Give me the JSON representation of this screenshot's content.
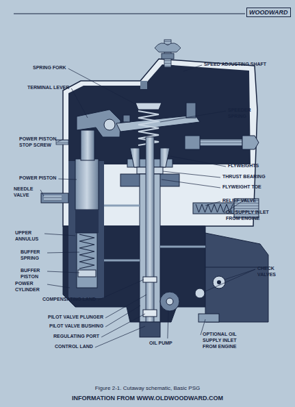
{
  "diagram": {
    "caption": "Figure 2-1. Cutaway schematic, Basic PSG",
    "nodes": [
      {
        "text": [
          "WOODWARD"
        ]
      }
    ],
    "labels": [
      "SPRING FORK",
      "SPEED ADJUSTING SHAFT",
      "TERMINAL LEVER",
      "SPEEDER SPRING",
      "POWER PISTON STOP SCREW",
      "FLYWEIGHTS",
      "POWER PISTON",
      "THRUST BEARING",
      "NEEDLE VALVE",
      "FLYWEIGHT TOE",
      "RELIEF VALVE",
      "OIL SUPPLY INLET FROM ENGINE",
      "UPPER ANNULUS",
      "BUFFER SPRING",
      "CHECK VALVES",
      "BUFFER PISTON",
      "POWER CYLINDER",
      "COMPENSATING LAND",
      "PILOT VALVE PLUNGER",
      "PILOT VALVE BUSHING",
      "OIL PUMP",
      "REGULATING PORT",
      "OPTIONAL OIL SUPPLY INLET FROM ENGINE",
      "CONTROL LAND",
      "INFORMATION FROM WWW.OLDWOODWARD.COM"
    ]
  }
}
